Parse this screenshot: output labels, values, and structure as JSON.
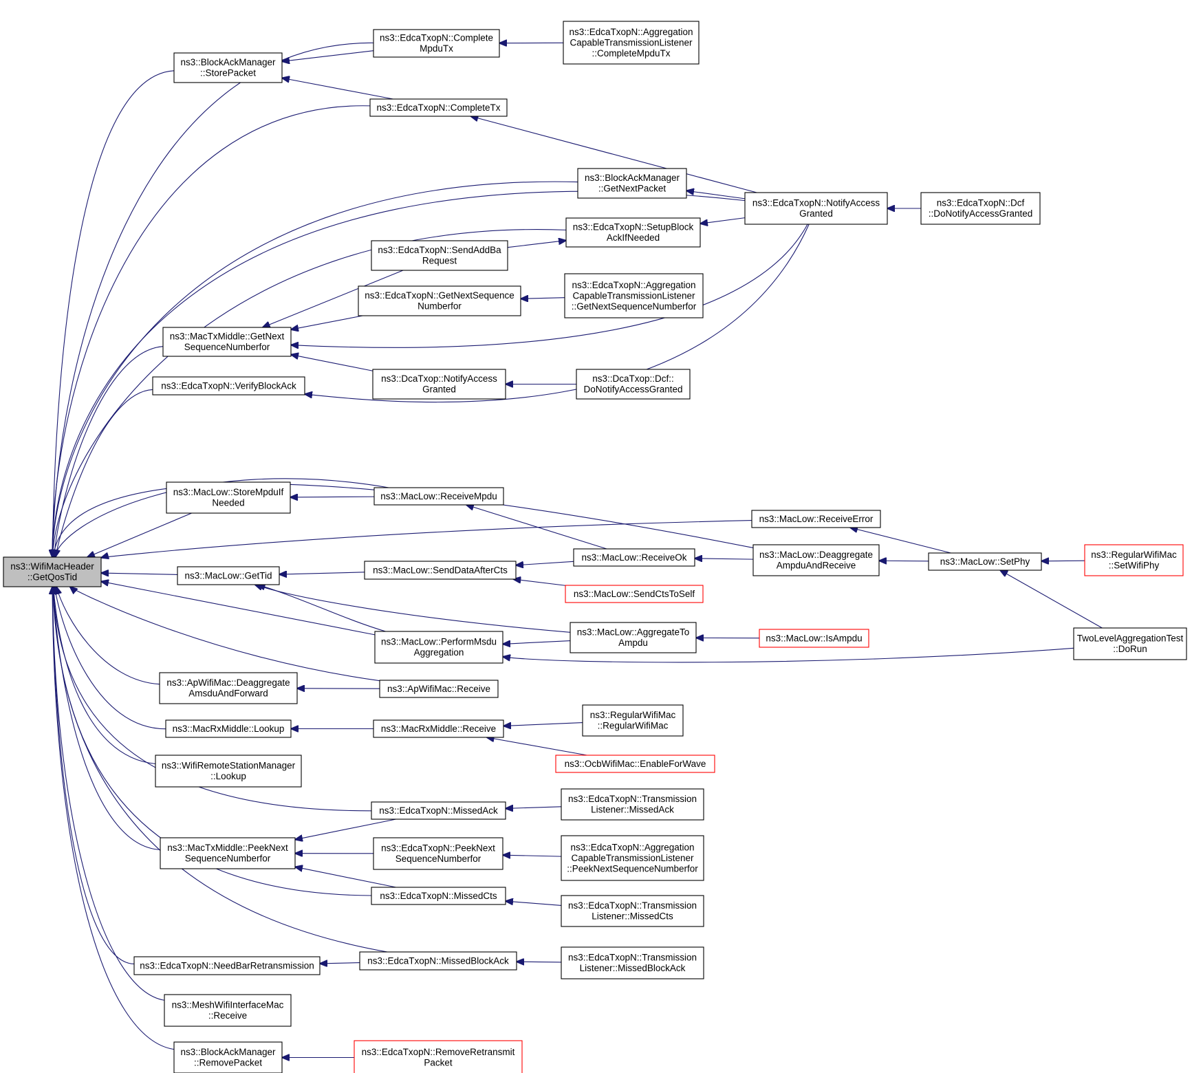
{
  "graph": {
    "title": "",
    "colors": {
      "edge": "#191970",
      "root_fill": "#bfbfbf",
      "truncated_border": "#ff0000",
      "node_border": "#000000"
    },
    "nodes": [
      {
        "id": "root",
        "lines": [
          "ns3::WifiMacHeader",
          "::GetQosTid"
        ],
        "root": true
      },
      {
        "id": "ct_mpdu",
        "lines": [
          "ns3::EdcaTxopN::Complete",
          "MpduTx"
        ]
      },
      {
        "id": "agg_ct_mpdu",
        "lines": [
          "ns3::EdcaTxopN::Aggregation",
          "CapableTransmissionListener",
          "::CompleteMpduTx"
        ]
      },
      {
        "id": "bam_store",
        "lines": [
          "ns3::BlockAckManager",
          "::StorePacket"
        ]
      },
      {
        "id": "ct_tx",
        "lines": [
          "ns3::EdcaTxopN::CompleteTx"
        ]
      },
      {
        "id": "bam_getnext",
        "lines": [
          "ns3::BlockAckManager",
          "::GetNextPacket"
        ]
      },
      {
        "id": "notify_edca",
        "lines": [
          "ns3::EdcaTxopN::NotifyAccess",
          "Granted"
        ]
      },
      {
        "id": "dcf_edca",
        "lines": [
          "ns3::EdcaTxopN::Dcf",
          "::DoNotifyAccessGranted"
        ]
      },
      {
        "id": "setup_ba",
        "lines": [
          "ns3::EdcaTxopN::SetupBlock",
          "AckIfNeeded"
        ]
      },
      {
        "id": "send_addba",
        "lines": [
          "ns3::EdcaTxopN::SendAddBa",
          "Request"
        ]
      },
      {
        "id": "getnextseq_edca",
        "lines": [
          "ns3::EdcaTxopN::GetNextSequence",
          "Numberfor"
        ]
      },
      {
        "id": "agg_getnextseq",
        "lines": [
          "ns3::EdcaTxopN::Aggregation",
          "CapableTransmissionListener",
          "::GetNextSequenceNumberfor"
        ]
      },
      {
        "id": "mtm_getnext",
        "lines": [
          "ns3::MacTxMiddle::GetNext",
          "SequenceNumberfor"
        ]
      },
      {
        "id": "dca_notify",
        "lines": [
          "ns3::DcaTxop::NotifyAccess",
          "Granted"
        ]
      },
      {
        "id": "dca_dcf",
        "lines": [
          "ns3::DcaTxop::Dcf::",
          "DoNotifyAccessGranted"
        ]
      },
      {
        "id": "verify_ba",
        "lines": [
          "ns3::EdcaTxopN::VerifyBlockAck"
        ]
      },
      {
        "id": "ml_store",
        "lines": [
          "ns3::MacLow::StoreMpduIf",
          "Needed"
        ]
      },
      {
        "id": "ml_recvmpdu",
        "lines": [
          "ns3::MacLow::ReceiveMpdu"
        ]
      },
      {
        "id": "ml_recverr",
        "lines": [
          "ns3::MacLow::ReceiveError"
        ]
      },
      {
        "id": "ml_deagg",
        "lines": [
          "ns3::MacLow::Deaggregate",
          "AmpduAndReceive"
        ]
      },
      {
        "id": "ml_recvok",
        "lines": [
          "ns3::MacLow::ReceiveOk"
        ]
      },
      {
        "id": "ml_setphy",
        "lines": [
          "ns3::MacLow::SetPhy"
        ]
      },
      {
        "id": "rwm_setphy",
        "lines": [
          "ns3::RegularWifiMac",
          "::SetWifiPhy"
        ],
        "truncated": true
      },
      {
        "id": "ml_gettid",
        "lines": [
          "ns3::MacLow::GetTid"
        ]
      },
      {
        "id": "ml_senddata",
        "lines": [
          "ns3::MacLow::SendDataAfterCts"
        ]
      },
      {
        "id": "ml_sendcts",
        "lines": [
          "ns3::MacLow::SendCtsToSelf"
        ],
        "truncated": true
      },
      {
        "id": "ml_perform",
        "lines": [
          "ns3::MacLow::PerformMsdu",
          "Aggregation"
        ]
      },
      {
        "id": "ml_aggto",
        "lines": [
          "ns3::MacLow::AggregateTo",
          "Ampdu"
        ]
      },
      {
        "id": "ml_isampdu",
        "lines": [
          "ns3::MacLow::IsAmpdu"
        ],
        "truncated": true
      },
      {
        "id": "tlat_dorun",
        "lines": [
          "TwoLevelAggregationTest",
          "::DoRun"
        ]
      },
      {
        "id": "ap_deagg",
        "lines": [
          "ns3::ApWifiMac::Deaggregate",
          "AmsduAndForward"
        ]
      },
      {
        "id": "ap_receive",
        "lines": [
          "ns3::ApWifiMac::Receive"
        ]
      },
      {
        "id": "mrm_lookup",
        "lines": [
          "ns3::MacRxMiddle::Lookup"
        ]
      },
      {
        "id": "mrm_receive",
        "lines": [
          "ns3::MacRxMiddle::Receive"
        ]
      },
      {
        "id": "rwm_ctor",
        "lines": [
          "ns3::RegularWifiMac",
          "::RegularWifiMac"
        ]
      },
      {
        "id": "ocb_enable",
        "lines": [
          "ns3::OcbWifiMac::EnableForWave"
        ],
        "truncated": true
      },
      {
        "id": "wrsm_lookup",
        "lines": [
          "ns3::WifiRemoteStationManager",
          "::Lookup"
        ]
      },
      {
        "id": "missed_ack",
        "lines": [
          "ns3::EdcaTxopN::MissedAck"
        ]
      },
      {
        "id": "tl_missed_ack",
        "lines": [
          "ns3::EdcaTxopN::Transmission",
          "Listener::MissedAck"
        ]
      },
      {
        "id": "mtm_peek",
        "lines": [
          "ns3::MacTxMiddle::PeekNext",
          "SequenceNumberfor"
        ]
      },
      {
        "id": "peek_edca",
        "lines": [
          "ns3::EdcaTxopN::PeekNext",
          "SequenceNumberfor"
        ]
      },
      {
        "id": "agg_peek",
        "lines": [
          "ns3::EdcaTxopN::Aggregation",
          "CapableTransmissionListener",
          "::PeekNextSequenceNumberfor"
        ]
      },
      {
        "id": "missed_cts",
        "lines": [
          "ns3::EdcaTxopN::MissedCts"
        ]
      },
      {
        "id": "tl_missed_cts",
        "lines": [
          "ns3::EdcaTxopN::Transmission",
          "Listener::MissedCts"
        ]
      },
      {
        "id": "need_bar",
        "lines": [
          "ns3::EdcaTxopN::NeedBarRetransmission"
        ]
      },
      {
        "id": "missed_ba",
        "lines": [
          "ns3::EdcaTxopN::MissedBlockAck"
        ]
      },
      {
        "id": "tl_missed_ba",
        "lines": [
          "ns3::EdcaTxopN::Transmission",
          "Listener::MissedBlockAck"
        ]
      },
      {
        "id": "mesh_receive",
        "lines": [
          "ns3::MeshWifiInterfaceMac",
          "::Receive"
        ]
      },
      {
        "id": "bam_remove",
        "lines": [
          "ns3::BlockAckManager",
          "::RemovePacket"
        ]
      },
      {
        "id": "remove_retx",
        "lines": [
          "ns3::EdcaTxopN::RemoveRetransmit",
          "Packet"
        ],
        "truncated": true
      }
    ],
    "edges": [
      [
        "bam_store",
        "root"
      ],
      [
        "ct_mpdu",
        "root"
      ],
      [
        "ct_tx",
        "root"
      ],
      [
        "notify_edca",
        "root"
      ],
      [
        "bam_getnext",
        "root"
      ],
      [
        "setup_ba",
        "root"
      ],
      [
        "mtm_getnext",
        "root"
      ],
      [
        "verify_ba",
        "root"
      ],
      [
        "ml_deagg",
        "root"
      ],
      [
        "ml_recvmpdu",
        "root"
      ],
      [
        "ml_store",
        "root"
      ],
      [
        "ml_recverr",
        "root"
      ],
      [
        "ml_gettid",
        "root"
      ],
      [
        "ml_perform",
        "root"
      ],
      [
        "ap_receive",
        "root"
      ],
      [
        "ap_deagg",
        "root"
      ],
      [
        "mrm_lookup",
        "root"
      ],
      [
        "wrsm_lookup",
        "root"
      ],
      [
        "missed_ack",
        "root"
      ],
      [
        "mtm_peek",
        "root"
      ],
      [
        "missed_cts",
        "root"
      ],
      [
        "missed_ba",
        "root"
      ],
      [
        "need_bar",
        "root"
      ],
      [
        "mesh_receive",
        "root"
      ],
      [
        "bam_remove",
        "root"
      ],
      [
        "ct_mpdu",
        "bam_store"
      ],
      [
        "ct_tx",
        "bam_store"
      ],
      [
        "agg_ct_mpdu",
        "ct_mpdu"
      ],
      [
        "notify_edca",
        "ct_tx"
      ],
      [
        "notify_edca",
        "bam_getnext"
      ],
      [
        "notify_edca",
        "setup_ba"
      ],
      [
        "dcf_edca",
        "notify_edca"
      ],
      [
        "send_addba",
        "setup_ba"
      ],
      [
        "send_addba",
        "mtm_getnext"
      ],
      [
        "getnextseq_edca",
        "mtm_getnext"
      ],
      [
        "notify_edca",
        "mtm_getnext"
      ],
      [
        "dca_notify",
        "mtm_getnext"
      ],
      [
        "agg_getnextseq",
        "getnextseq_edca"
      ],
      [
        "dca_dcf",
        "dca_notify"
      ],
      [
        "notify_edca",
        "verify_ba"
      ],
      [
        "ml_recvmpdu",
        "ml_store"
      ],
      [
        "ml_recvok",
        "ml_recvmpdu"
      ],
      [
        "ml_setphy",
        "ml_recverr"
      ],
      [
        "ml_setphy",
        "ml_deagg"
      ],
      [
        "ml_deagg",
        "ml_recvok"
      ],
      [
        "rwm_setphy",
        "ml_setphy"
      ],
      [
        "tlat_dorun",
        "ml_setphy"
      ],
      [
        "ml_senddata",
        "ml_gettid"
      ],
      [
        "ml_perform",
        "ml_gettid"
      ],
      [
        "ml_aggto",
        "ml_gettid"
      ],
      [
        "ml_recvok",
        "ml_senddata"
      ],
      [
        "ml_sendcts",
        "ml_senddata"
      ],
      [
        "ml_aggto",
        "ml_perform"
      ],
      [
        "tlat_dorun",
        "ml_perform"
      ],
      [
        "ml_isampdu",
        "ml_aggto"
      ],
      [
        "ap_receive",
        "ap_deagg"
      ],
      [
        "mrm_receive",
        "mrm_lookup"
      ],
      [
        "rwm_ctor",
        "mrm_receive"
      ],
      [
        "ocb_enable",
        "mrm_receive"
      ],
      [
        "tl_missed_ack",
        "missed_ack"
      ],
      [
        "missed_ack",
        "mtm_peek"
      ],
      [
        "peek_edca",
        "mtm_peek"
      ],
      [
        "missed_cts",
        "mtm_peek"
      ],
      [
        "agg_peek",
        "peek_edca"
      ],
      [
        "tl_missed_cts",
        "missed_cts"
      ],
      [
        "missed_ba",
        "need_bar"
      ],
      [
        "tl_missed_ba",
        "missed_ba"
      ],
      [
        "remove_retx",
        "bam_remove"
      ]
    ]
  }
}
